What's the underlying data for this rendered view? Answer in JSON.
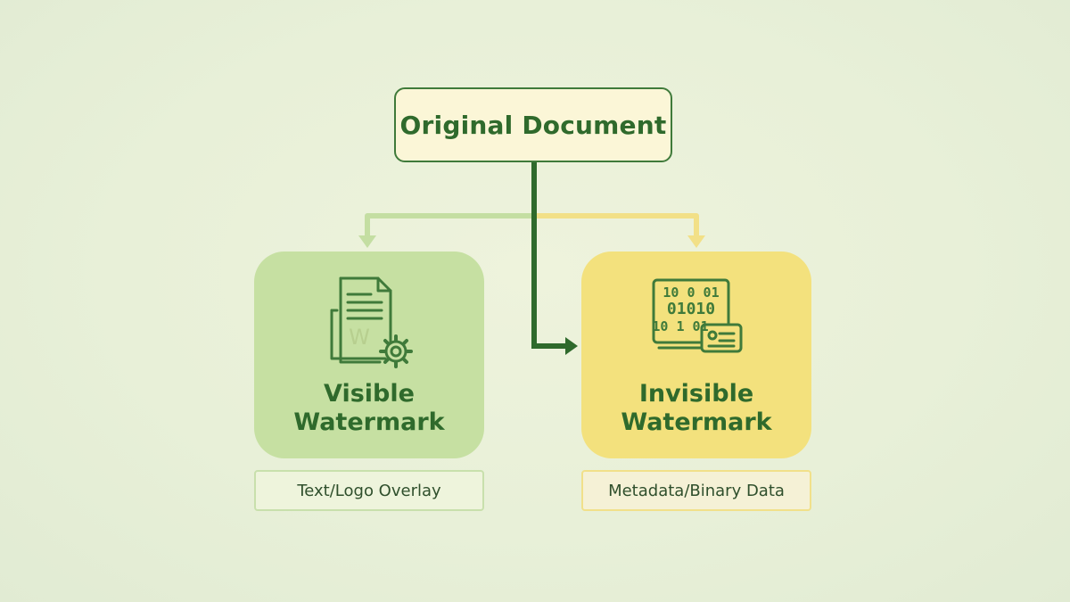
{
  "root": {
    "label": "Original Document"
  },
  "branches": [
    {
      "title_line1": "Visible",
      "title_line2": "Watermark",
      "caption": "Text/Logo Overlay",
      "icon": "document-gear-icon",
      "color": "#c6e0a2"
    },
    {
      "title_line1": "Invisible",
      "title_line2": "Watermark",
      "caption": "Metadata/Binary Data",
      "icon": "binary-data-card-icon",
      "color": "#f3e17d"
    }
  ],
  "icon_text": {
    "document_letter": "W",
    "binary_rows": [
      "10 0 01",
      "01010",
      "10 1 01"
    ]
  },
  "colors": {
    "dark_green": "#2f6a2c",
    "light_green": "#c6e0a2",
    "yellow": "#f3e17d",
    "background": "#e8f0d8"
  }
}
